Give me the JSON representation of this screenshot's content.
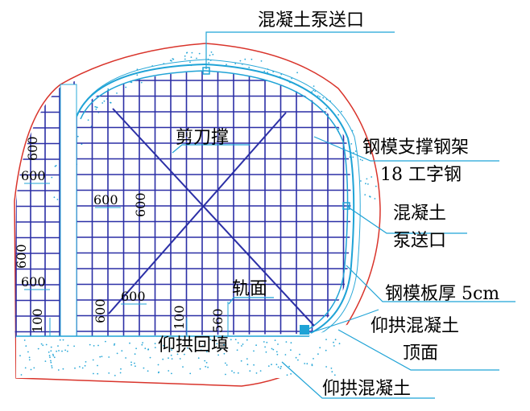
{
  "labels": {
    "pump_port_top": "混凝土泵送口",
    "shear_brace": "剪刀撑",
    "steel_frame_line1": "钢模支撑钢架",
    "steel_frame_line2": "18 工字钢",
    "pump_port_side_line1": "混凝土",
    "pump_port_side_line2": "泵送口",
    "rail_surface": "轨面",
    "formwork_thickness": "钢模板厚 5cm",
    "invert_top_line1": "仰拱混凝土",
    "invert_top_line2": "顶面",
    "invert_backfill": "仰拱回填",
    "invert_concrete": "仰拱混凝土"
  },
  "dimensions": {
    "left_upper_v": "600",
    "left_upper_h": "600",
    "left_lower_v": "600",
    "left_lower_h": "600",
    "left_bottom": "100",
    "mid_h": "600",
    "mid_v": "600",
    "low_h": "600",
    "low_v": "600",
    "base_100": "100",
    "base_560": "560"
  },
  "colors": {
    "outline": "#d9342b",
    "grid": "#2b2fa6",
    "leader": "#1fa3d6",
    "concrete_dot": "#2aa8d8"
  }
}
